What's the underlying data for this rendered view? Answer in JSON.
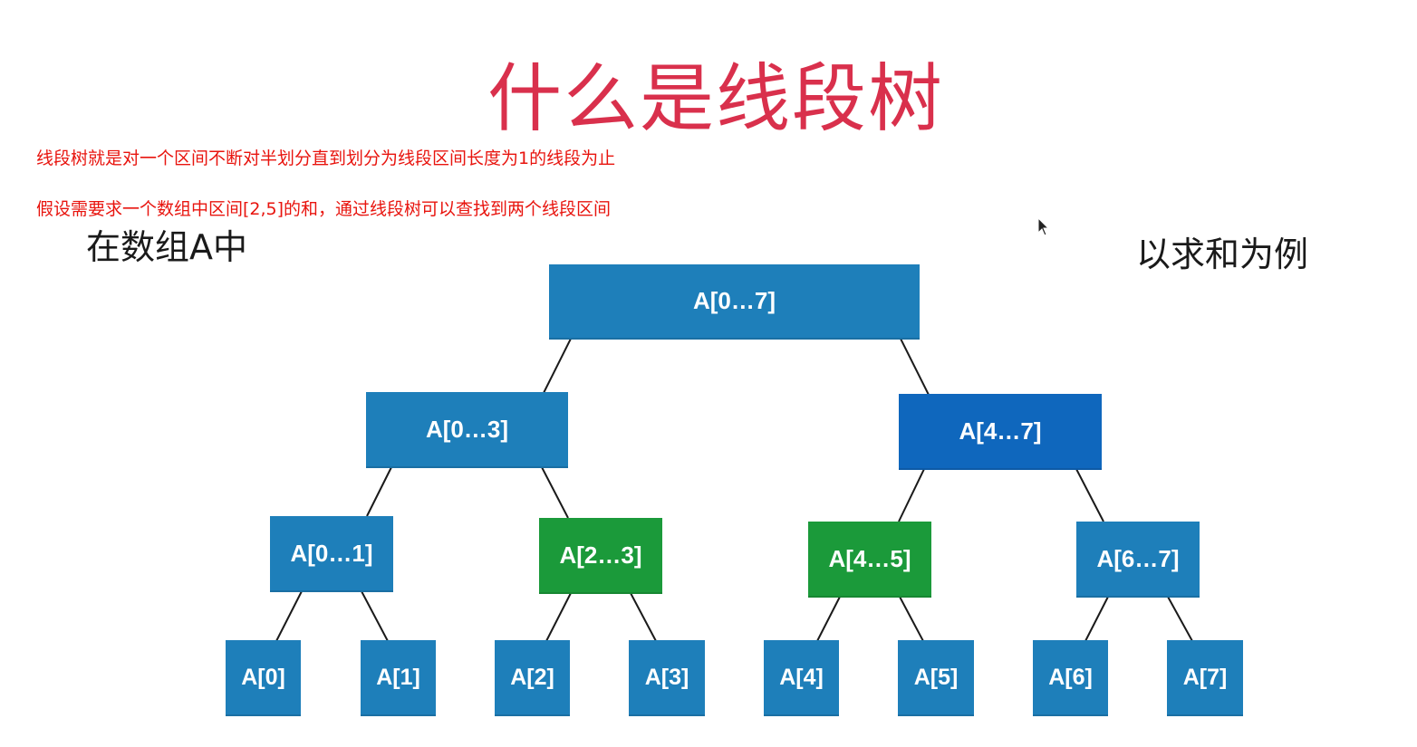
{
  "title": "什么是线段树",
  "notes": [
    "线段树就是对一个区间不断对半划分直到划分为线段区间长度为1的线段为止",
    "假设需要求一个数组中区间[2,5]的和，通过线段树可以查找到两个线段区间"
  ],
  "label_left": "在数组A中",
  "label_right": "以求和为例",
  "colors": {
    "title": "#d9304c",
    "notes": "#e8140e",
    "node_blue": "#1e7fba",
    "node_dark_blue": "#0f67bd",
    "node_green": "#1b9a3a",
    "edge": "#1a1a1a"
  },
  "tree": {
    "root": {
      "label": "A[0…7]",
      "state": "normal"
    },
    "level1": [
      {
        "label": "A[0…3]",
        "state": "normal"
      },
      {
        "label": "A[4…7]",
        "state": "highlight"
      }
    ],
    "level2": [
      {
        "label": "A[0…1]",
        "state": "normal"
      },
      {
        "label": "A[2…3]",
        "state": "selected"
      },
      {
        "label": "A[4…5]",
        "state": "selected"
      },
      {
        "label": "A[6…7]",
        "state": "normal"
      }
    ],
    "leaves": [
      {
        "label": "A[0]"
      },
      {
        "label": "A[1]"
      },
      {
        "label": "A[2]"
      },
      {
        "label": "A[3]"
      },
      {
        "label": "A[4]"
      },
      {
        "label": "A[5]"
      },
      {
        "label": "A[6]"
      },
      {
        "label": "A[7]"
      }
    ]
  }
}
